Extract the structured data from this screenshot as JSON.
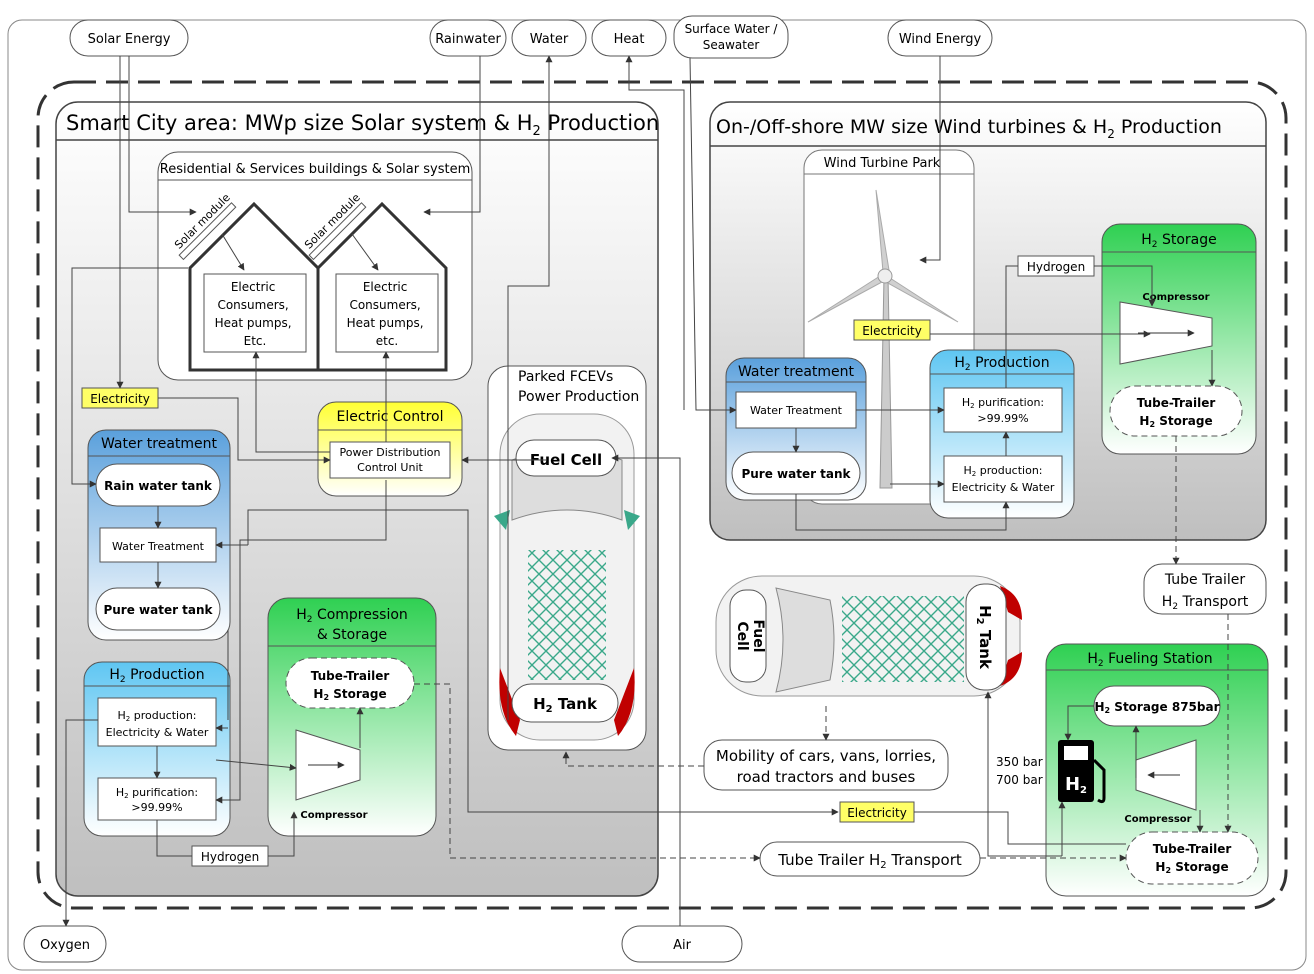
{
  "inputs": {
    "solar": "Solar Energy",
    "rainwater": "Rainwater",
    "water": "Water",
    "heat": "Heat",
    "surface_water_1": "Surface Water /",
    "surface_water_2": "Seawater",
    "wind": "Wind Energy",
    "oxygen": "Oxygen",
    "air": "Air"
  },
  "smart_city": {
    "title": "Smart City area: MWp size Solar system & H",
    "title_sub": "2",
    "title_end": " Production",
    "buildings_title": "Residential & Services buildings & Solar system",
    "solar_module": "Solar module",
    "consumers_left": [
      "Electric",
      "Consumers,",
      "Heat pumps,",
      "Etc."
    ],
    "consumers_right": [
      "Electric",
      "Consumers,",
      "Heat pumps,",
      "etc."
    ],
    "electricity": "Electricity",
    "electric_control": "Electric Control",
    "pdcu": [
      "Power Distribution",
      "Control Unit"
    ],
    "water_treatment": "Water treatment",
    "rain_tank": "Rain water tank",
    "water_treatment_box": "Water Treatment",
    "pure_tank": "Pure water tank",
    "h2_production": "Production",
    "h2_prod_box": [
      "production:",
      "Electricity & Water"
    ],
    "h2_purif_box": [
      "purification:",
      ">99.99%"
    ],
    "hydrogen": "Hydrogen",
    "compression_title_1": "Compression",
    "compression_title_2": "& Storage",
    "tube_trailer_storage": [
      "Tube-Trailer",
      "Storage"
    ],
    "compressor": "Compressor"
  },
  "fcev": {
    "title_1": "Parked FCEVs",
    "title_2": "Power Production",
    "fuel_cell": "Fuel Cell",
    "h2_tank": "Tank"
  },
  "wind_area": {
    "title": "On-/Off-shore MW size Wind turbines & H",
    "title_sub": "2",
    "title_end": " Production",
    "wind_park": "Wind Turbine Park",
    "hydrogen": "Hydrogen",
    "electricity": "Electricity",
    "water_treatment": "Water treatment",
    "water_treatment_box": "Water Treatment",
    "pure_tank": "Pure water tank",
    "h2_production": "Production",
    "h2_purif_box": [
      "purification:",
      ">99.99%"
    ],
    "h2_prod_box": [
      "production:",
      "Electricity & Water"
    ],
    "h2_storage": "Storage",
    "compressor": "Compressor",
    "tube_trailer_storage": [
      "Tube-Trailer",
      "Storage"
    ]
  },
  "transport": {
    "tube_trailer_1": "Tube Trailer",
    "tube_trailer_2": "Transport",
    "tube_trailer_bottom": "Tube Trailer H",
    "tube_trailer_bottom_end": " Transport",
    "mobility_1": "Mobility of cars, vans, lorries,",
    "mobility_2": "road tractors and buses",
    "electricity": "Electricity",
    "pressure_1": "350 bar",
    "pressure_2": "700 bar",
    "car_fuel_cell_1": "Fuel",
    "car_fuel_cell_2": "Cell",
    "car_h2_tank": "Tank"
  },
  "fueling_station": {
    "title": "Fueling Station",
    "storage_875": "Storage 875bar",
    "compressor": "Compressor",
    "tube_trailer_storage": [
      "Tube-Trailer",
      "Storage"
    ]
  },
  "colors": {
    "blue_top": "#5bc0eb",
    "green_top": "#35d35a",
    "yellow": "#ffff66",
    "gray_bg": "#d9d9d9",
    "teal": "#3aa88a",
    "red": "#c00000"
  }
}
